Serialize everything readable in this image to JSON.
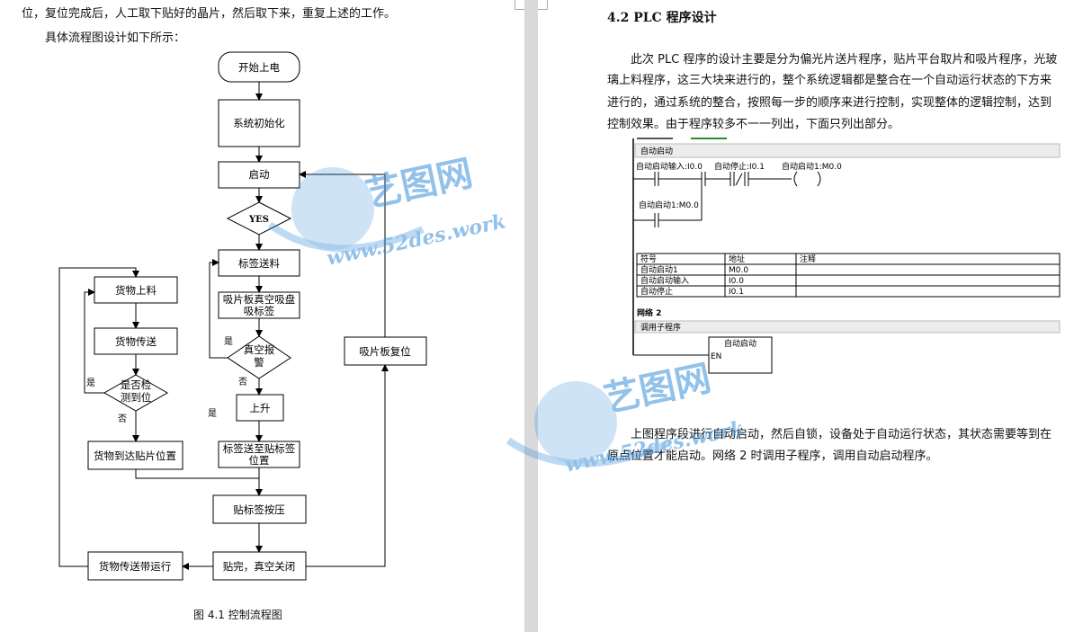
{
  "left_page": {
    "line1": "位，复位完成后，人工取下贴好的晶片，然后取下来，重复上述的工作。",
    "line2": "具体流程图设计如下所示：",
    "caption": "图 4.1 控制流程图",
    "flowchart": {
      "start": "开始上电",
      "init": "系统初始化",
      "startup": "启动",
      "decision_yes": "YES",
      "label_feed": "标签送料",
      "vacuum_a": "吸片板真空吸盘",
      "vacuum_b": "吸标签",
      "alarm_a": "真空报",
      "alarm_b": "警",
      "rise": "上升",
      "label_to_a": "标签送至贴标签",
      "label_to_b": "位置",
      "press": "贴标签按压",
      "done": "贴完，真空关闭",
      "conveyor": "货物传送带运行",
      "load": "货物上料",
      "transfer": "货物传送",
      "detect_a": "是否检",
      "detect_b": "测到位",
      "arrive": "货物到达贴片位置",
      "reset": "吸片板复位",
      "yes": "是",
      "no": "否"
    }
  },
  "right_page": {
    "heading": "4.2 PLC 程序设计",
    "para1": [
      "此次 PLC 程序的设计主要是分为偏光片送片程序，贴片平台取片和吸片程序，光玻",
      "璃上料程序，这三大块来进行的，整个系统逻辑都是整合在一个自动运行状态的下方来",
      "进行的，通过系统的整合，按照每一步的顺序来进行控制，实现整体的逻辑控制，达到",
      "控制效果。由于程序较多不一一列出，下面只列出部分。"
    ],
    "para2": [
      "上图程序段进行自动启动，然后自锁，设备处于自动运行状态，其状态需要等到在",
      "原点位置才能启动。网络 2 时调用子程序，调用自动启动程序。"
    ],
    "ladder": {
      "net1_comment": "自动启动",
      "contact1": "自动启动输入:I0.0",
      "contact2": "自动停止:I0.1",
      "coil": "自动启动1:M0.0",
      "contact3": "自动启动1:M0.0",
      "table_headers": [
        "符号",
        "地址",
        "注释"
      ],
      "table_rows": [
        [
          "自动启动1",
          "M0.0",
          ""
        ],
        [
          "自动启动输入",
          "I0.0",
          ""
        ],
        [
          "自动停止",
          "I0.1",
          ""
        ]
      ],
      "net2_title": "网络 2",
      "net2_comment": "调用子程序",
      "box_title": "自动启动",
      "box_en": "EN"
    }
  },
  "watermark": {
    "brand": "艺图网",
    "site": "www.52des.work"
  },
  "colors": {
    "ladder_green": "#2d8a2d",
    "ladder_comment_bg": "#ececec",
    "watermark_blue": "#3a8fd8"
  }
}
